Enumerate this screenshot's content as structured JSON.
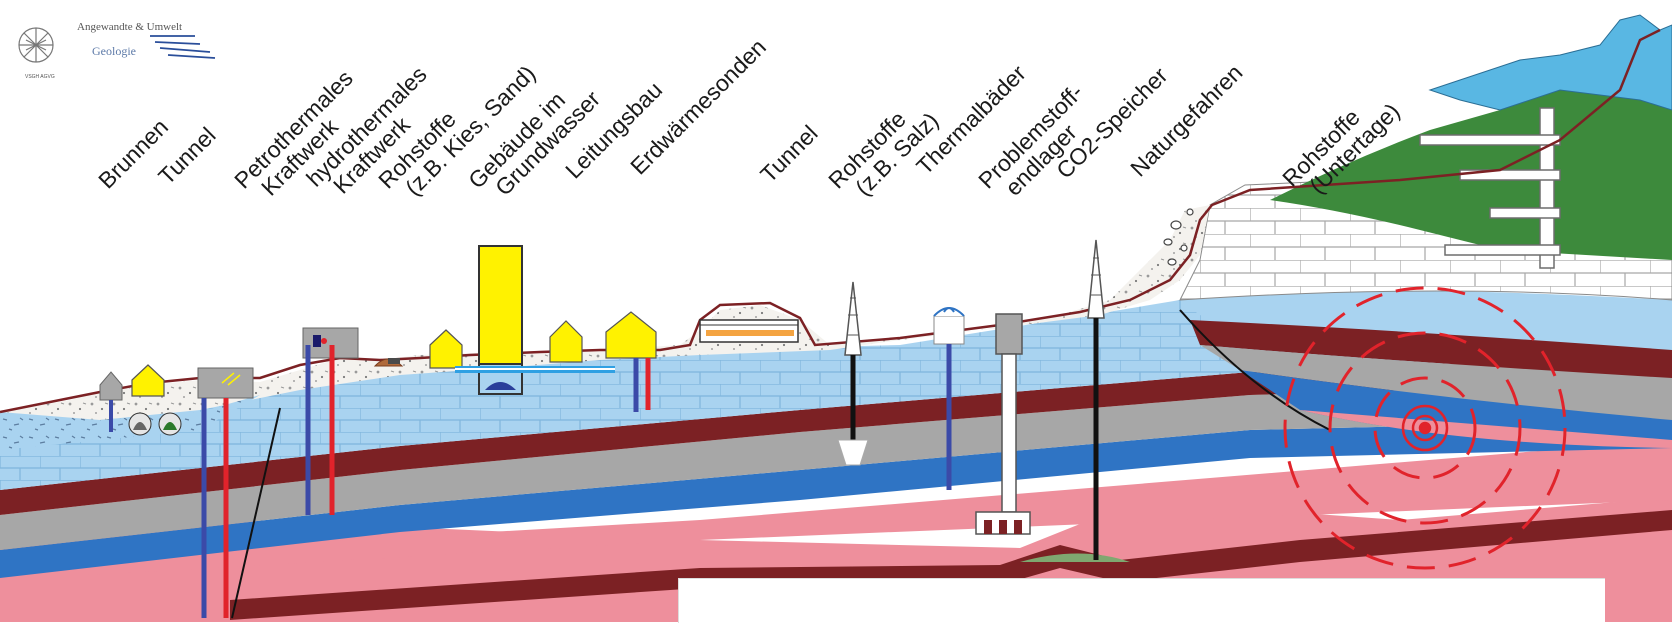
{
  "logo": {
    "line1": "Angewandte & Umwelt",
    "line2": "Geologie",
    "emblem_text": "VSGH AGVG"
  },
  "labels": [
    {
      "id": "brunnen",
      "lines": [
        "Brunnen"
      ]
    },
    {
      "id": "tunnel-1",
      "lines": [
        "Tunnel"
      ]
    },
    {
      "id": "petrothermales",
      "lines": [
        "Petrothermales",
        "Kraftwerk"
      ]
    },
    {
      "id": "hydrothermales",
      "lines": [
        "hydrothermales",
        "Kraftwerk"
      ]
    },
    {
      "id": "rohstoffe-kies",
      "lines": [
        "Rohstoffe",
        "(z.B. Kies, Sand)"
      ]
    },
    {
      "id": "gebaeude",
      "lines": [
        "Gebäude im",
        "Grundwasser"
      ]
    },
    {
      "id": "leitungsbau",
      "lines": [
        "Leitungsbau"
      ]
    },
    {
      "id": "erdwaermesonden",
      "lines": [
        "Erdwärmesonden"
      ]
    },
    {
      "id": "tunnel-2",
      "lines": [
        "Tunnel"
      ]
    },
    {
      "id": "rohstoffe-salz",
      "lines": [
        "Rohstoffe",
        "(z.B. Salz)"
      ]
    },
    {
      "id": "thermalbaeder",
      "lines": [
        "Thermalbäder"
      ]
    },
    {
      "id": "problemstoff",
      "lines": [
        "Problemstoff-",
        "endlager"
      ]
    },
    {
      "id": "co2-speicher",
      "lines": [
        "CO2-Speicher"
      ]
    },
    {
      "id": "naturgefahren",
      "lines": [
        "Naturgefahren"
      ]
    },
    {
      "id": "rohstoffe-untertage",
      "lines": [
        "Rohstoffe",
        "(Untertage)"
      ]
    }
  ],
  "colors": {
    "sky": "#ffffff",
    "gravel": "#f3f1ec",
    "aquifer": "#a9d3f0",
    "clay_brown": "#7c2124",
    "grey_layer": "#a7a7a7",
    "blue_layer": "#2f74c4",
    "basement_pink": "#ee8f9c",
    "mountain_green": "#3d8a3c",
    "mountain_ice": "#59b7e3",
    "house_yellow": "#fff200",
    "pipe_red": "#e1232b",
    "pipe_blue": "#3b4aa8",
    "quake_red": "#e1232b"
  }
}
